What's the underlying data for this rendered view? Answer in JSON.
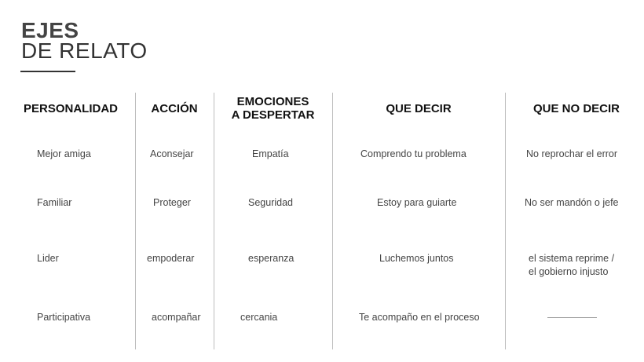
{
  "title": {
    "line1": "EJES",
    "line2": "DE RELATO"
  },
  "columns": [
    {
      "header": "PERSONALIDAD",
      "cells": [
        "Mejor amiga",
        "Familiar",
        "Lider",
        "Participativa"
      ]
    },
    {
      "header": "ACCIÓN",
      "cells": [
        "Aconsejar",
        "Proteger",
        "empoderar",
        "acompañar"
      ]
    },
    {
      "header_line1": "EMOCIONES",
      "header_line2": "A DESPERTAR",
      "cells": [
        "Empatía",
        "Seguridad",
        "esperanza",
        "cercania"
      ]
    },
    {
      "header": "QUE DECIR",
      "cells": [
        "Comprendo tu problema",
        "Estoy para guiarte",
        "Luchemos juntos",
        "Te acompaño en el proceso"
      ]
    },
    {
      "header": "QUE NO DECIR",
      "cells": [
        "No reprochar el error",
        "No ser mandón o jefe",
        "el sistema reprime /",
        "el gobierno injusto"
      ]
    }
  ]
}
